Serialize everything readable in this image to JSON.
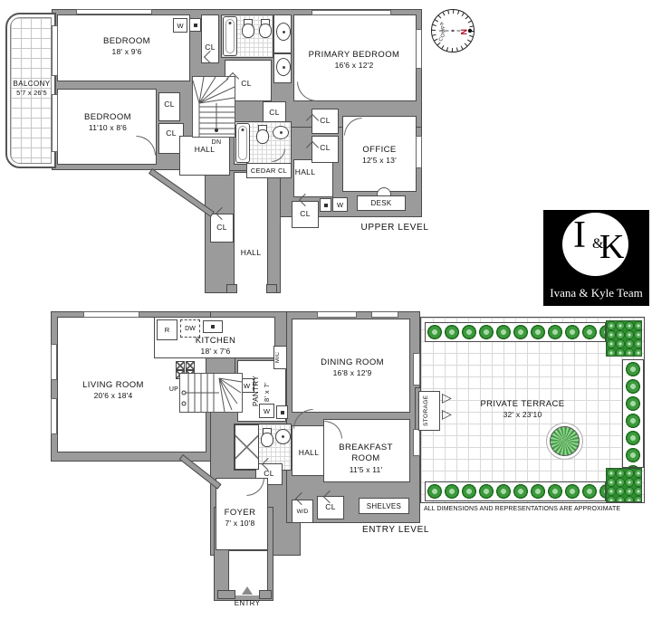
{
  "disclaimer": "ALL DIMENSIONS AND REPRESENTATIONS ARE APPROXIMATE",
  "common": {
    "closet": "CL",
    "hall": "HALL",
    "washer": "W"
  },
  "upper": {
    "level_label": "UPPER LEVEL",
    "balcony": {
      "name": "BALCONY",
      "dims": "5'7 x 26'5"
    },
    "bedroom1": {
      "name": "BEDROOM",
      "dims": "18' x 9'6"
    },
    "bedroom2": {
      "name": "BEDROOM",
      "dims": "11'10 x 8'6"
    },
    "primary": {
      "name": "PRIMARY BEDROOM",
      "dims": "16'6 x 12'2"
    },
    "office": {
      "name": "OFFICE",
      "dims": "12'5 x 13'"
    },
    "cedar_closet": "CEDAR CL",
    "desk": "DESK",
    "down": "DN"
  },
  "entry": {
    "level_label": "ENTRY LEVEL",
    "living": {
      "name": "LIVING ROOM",
      "dims": "20'6 x 18'4"
    },
    "kitchen": {
      "name": "KITCHEN",
      "dims": "18' x 7'6"
    },
    "pantry": {
      "name": "PANTRY",
      "dims": "8' x 7'"
    },
    "dining": {
      "name": "DINING ROOM",
      "dims": "16'8 x 12'9"
    },
    "breakfast": {
      "name": "BREAKFAST ROOM",
      "dims": "11'5 x 11'"
    },
    "foyer": {
      "name": "FOYER",
      "dims": "7' x 10'8"
    },
    "terrace": {
      "name": "PRIVATE TERRACE",
      "dims": "32' x 23'10"
    },
    "storage": "STORAGE",
    "shelves": "SHELVES",
    "washer_dryer": "W/D",
    "refrigerator": "R",
    "dishwasher": "DW",
    "microwave": "MIC",
    "up": "UP",
    "entry_label": "ENTRY"
  },
  "compass": {
    "label": "COMPASS",
    "north": "N",
    "north_color": "#b00020"
  },
  "logo": {
    "i": "I",
    "amp": "&",
    "k": "K",
    "team": "Ivana & Kyle Team"
  },
  "icons": {
    "door_swing": "▷",
    "entry_arrow": "▲"
  },
  "colors": {
    "wall": "#9b9b9b",
    "outline": "#4a4a4a",
    "plant": "#3c9a3c",
    "north": "#b00020"
  }
}
